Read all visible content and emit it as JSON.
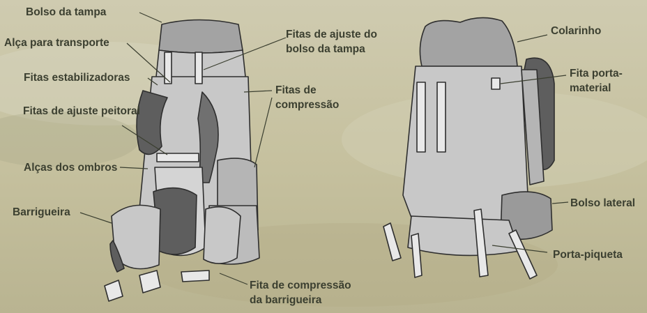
{
  "labels": {
    "bolso_da_tampa": "Bolso da tampa",
    "alca_para_transporte": "Alça para transporte",
    "fitas_estabilizadoras": "Fitas estabilizadoras",
    "fitas_ajuste_peitoral": "Fitas de ajuste peitoral",
    "alcas_dos_ombros": "Alças dos ombros",
    "barrigueira": "Barrigueira",
    "fitas_ajuste_bolso_tampa_1": "Fitas de ajuste do",
    "fitas_ajuste_bolso_tampa_2": "bolso da tampa",
    "fitas_compressao_1": "Fitas de",
    "fitas_compressao_2": "compressão",
    "fita_compressao_barrigueira_1": "Fita de compressão",
    "fita_compressao_barrigueira_2": "da barrigueira",
    "colarinho": "Colarinho",
    "fita_porta_material_1": "Fita porta-",
    "fita_porta_material_2": "material",
    "bolso_lateral": "Bolso lateral",
    "porta_piqueta": "Porta-piqueta"
  },
  "colors": {
    "background": "#c9c4a3",
    "pack_light": "#c8c8c8",
    "pack_mid": "#9a9a9a",
    "pack_dark": "#5e5e5e",
    "label_text": "#3b3f30"
  }
}
